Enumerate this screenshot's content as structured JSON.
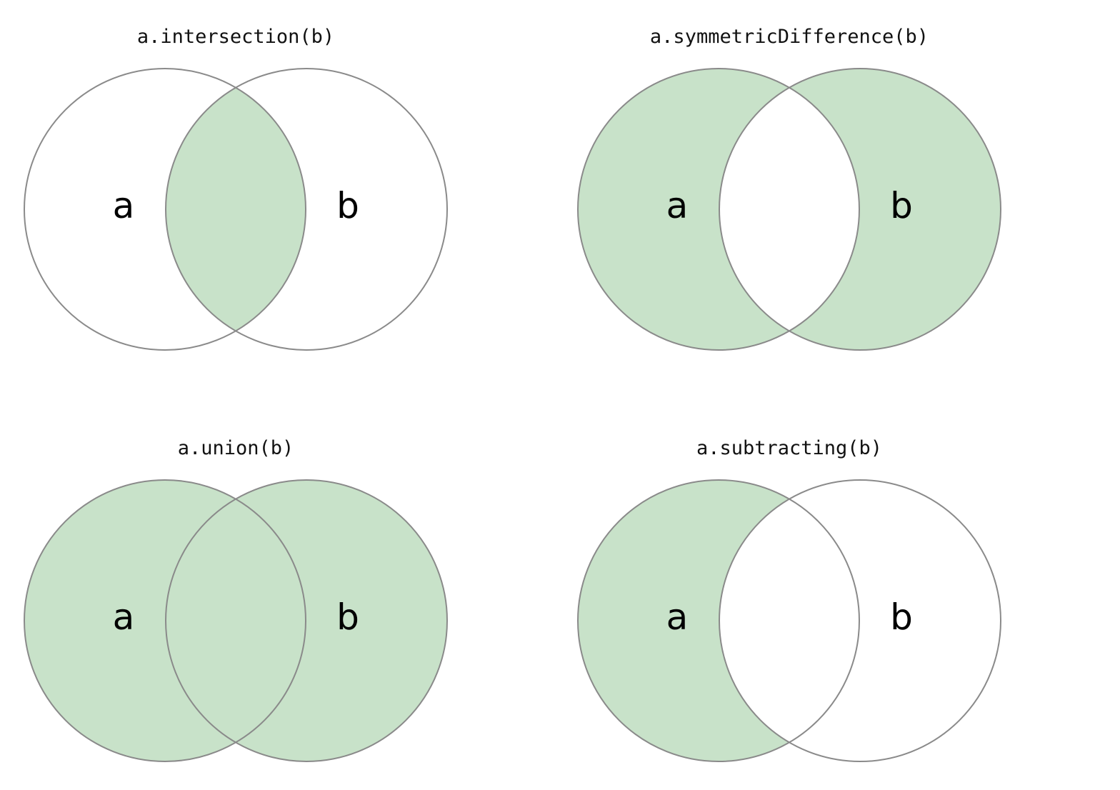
{
  "colors": {
    "fill": "#c8e2c9",
    "empty": "#ffffff",
    "outline": "#8a8a8a"
  },
  "diagrams": [
    {
      "title": "a.intersection(b)",
      "label_a": "a",
      "label_b": "b",
      "shaded": {
        "a_only": false,
        "overlap": true,
        "b_only": false
      }
    },
    {
      "title": "a.symmetricDifference(b)",
      "label_a": "a",
      "label_b": "b",
      "shaded": {
        "a_only": true,
        "overlap": false,
        "b_only": true
      }
    },
    {
      "title": "a.union(b)",
      "label_a": "a",
      "label_b": "b",
      "shaded": {
        "a_only": true,
        "overlap": true,
        "b_only": true
      }
    },
    {
      "title": "a.subtracting(b)",
      "label_a": "a",
      "label_b": "b",
      "shaded": {
        "a_only": true,
        "overlap": false,
        "b_only": false
      }
    }
  ]
}
